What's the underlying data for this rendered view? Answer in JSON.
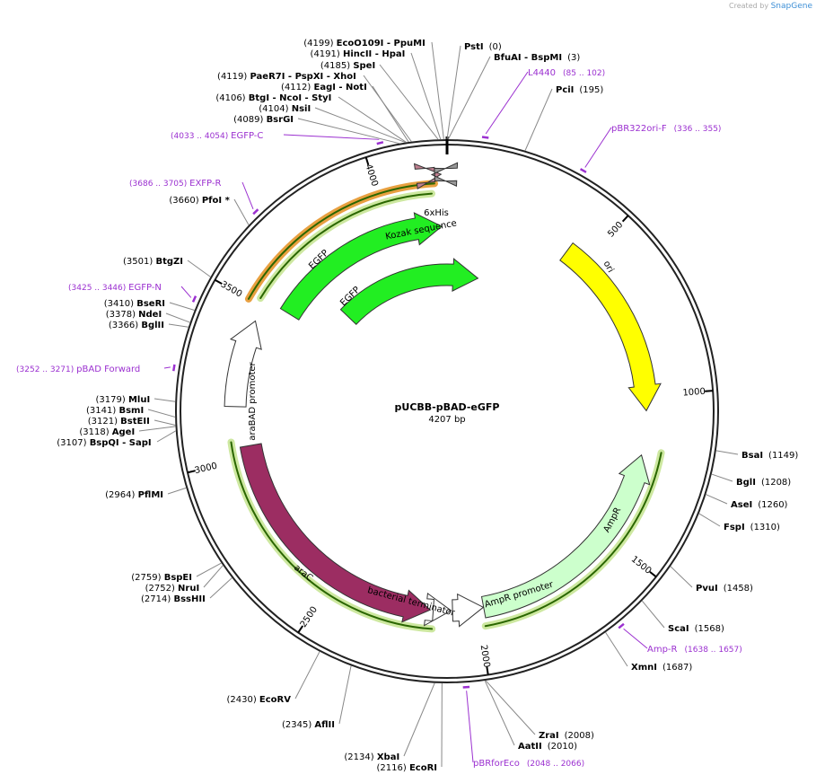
{
  "credit": {
    "prefix": "Created by",
    "brand": "SnapGene"
  },
  "plasmid": {
    "name": "pUCBB-pBAD-eGFP",
    "length_label": "4207 bp",
    "length": 4207
  },
  "colors": {
    "backbone": "#222222",
    "enzyme_line": "#888888",
    "primer": "#9b30d0",
    "ori": "#ffff00",
    "egfp": "#22ee22",
    "ampr": "#ccffcc",
    "arac": "#9c2d62",
    "promoter": "#ffffff",
    "his_tag": "#c08090",
    "kozak": "#999999",
    "orange_sel": "#e8a040",
    "green_sel": "#cde8a0",
    "dark_green": "#2a6600"
  },
  "ticks": [
    "500",
    "1000",
    "1500",
    "2000",
    "2500",
    "3000",
    "3500",
    "4000"
  ],
  "tick_positions": [
    500,
    1000,
    1500,
    2000,
    2500,
    3000,
    3500,
    4000
  ],
  "features": [
    {
      "name": "ori",
      "start": 430,
      "end": 1050,
      "dir": 1,
      "r": 222,
      "w": 24,
      "color": "#ffff00",
      "label": "ori"
    },
    {
      "name": "AmpR",
      "start": 1200,
      "end": 1980,
      "dir": 0,
      "r": 222,
      "w": 24,
      "color": "#ccffcc",
      "label": "AmpR"
    },
    {
      "name": "AmpR promoter",
      "start": 1981,
      "end": 2085,
      "dir": 0,
      "r": 222,
      "w": 24,
      "color": "#ffffff",
      "label": "AmpR promoter"
    },
    {
      "name": "bacterial terminator",
      "start": 2090,
      "end": 2150,
      "dir": 0,
      "r": 222,
      "w": 24,
      "color": "#ffffff",
      "label": "bacterial terminator"
    },
    {
      "name": "araC",
      "start": 2160,
      "end": 3040,
      "dir": 0,
      "r": 222,
      "w": 24,
      "color": "#9c2d62",
      "label": "araC"
    },
    {
      "name": "araBAD promoter",
      "start": 3170,
      "end": 3450,
      "dir": 1,
      "r": 236,
      "w": 24,
      "color": "#ffffff",
      "label": "araBAD promoter"
    },
    {
      "name": "EGFP outer",
      "start": 3525,
      "end": 4188,
      "dir": 1,
      "r": 206,
      "w": 24,
      "color": "#22ee22",
      "label": "EGFP"
    },
    {
      "name": "EGFP inner",
      "start": 3666,
      "end": 4360,
      "dir": 1,
      "r": 152,
      "w": 24,
      "color": "#22ee22",
      "label": "EGFP"
    },
    {
      "name": "6xHis",
      "start": 4172,
      "end": 4190,
      "dir": 1,
      "r": 264,
      "w": 16,
      "color": "#c08090",
      "label": "6xHis"
    },
    {
      "name": "Kozak sequence",
      "start": 4164,
      "end": 4172,
      "dir": 0,
      "r": 264,
      "w": 14,
      "color": "#999999",
      "label": "Kozak sequence"
    }
  ],
  "feature_labels": {
    "ori": "ori",
    "ampr": "AmpR",
    "ampr_promoter": "AmpR promoter",
    "bact_term": "bacterial terminator",
    "arac": "araC",
    "arabad": "araBAD promoter",
    "egfp_outer": "EGFP",
    "egfp_inner": "EGFP",
    "his": "6xHis",
    "kozak": "Kozak sequence"
  },
  "enzymes": [
    {
      "name": "PstI",
      "pos": "(0)"
    },
    {
      "name": "BfuAI - BspMI",
      "pos": "(3)"
    },
    {
      "name": "PciI",
      "pos": "(195)"
    },
    {
      "name": "BsaI",
      "pos": "(1149)"
    },
    {
      "name": "BglI",
      "pos": "(1208)"
    },
    {
      "name": "AseI",
      "pos": "(1260)"
    },
    {
      "name": "FspI",
      "pos": "(1310)"
    },
    {
      "name": "PvuI",
      "pos": "(1458)"
    },
    {
      "name": "ScaI",
      "pos": "(1568)"
    },
    {
      "name": "XmnI",
      "pos": "(1687)"
    },
    {
      "name": "ZraI",
      "pos": "(2008)"
    },
    {
      "name": "AatII",
      "pos": "(2010)"
    },
    {
      "name": "XbaI",
      "pos": "(2134)"
    },
    {
      "name": "EcoRI",
      "pos": "(2116)"
    },
    {
      "name": "AflII",
      "pos": "(2345)"
    },
    {
      "name": "EcoRV",
      "pos": "(2430)"
    },
    {
      "name": "BspEI",
      "pos": "(2759)"
    },
    {
      "name": "NruI",
      "pos": "(2752)"
    },
    {
      "name": "BssHII",
      "pos": "(2714)"
    },
    {
      "name": "PflMI",
      "pos": "(2964)"
    },
    {
      "name": "BspQI - SapI",
      "pos": "(3107)"
    },
    {
      "name": "AgeI",
      "pos": "(3118)"
    },
    {
      "name": "BstEII",
      "pos": "(3121)"
    },
    {
      "name": "BsmI",
      "pos": "(3141)"
    },
    {
      "name": "MluI",
      "pos": "(3179)"
    },
    {
      "name": "BglII",
      "pos": "(3366)"
    },
    {
      "name": "NdeI",
      "pos": "(3378)"
    },
    {
      "name": "BseRI",
      "pos": "(3410)"
    },
    {
      "name": "BtgZI",
      "pos": "(3501)"
    },
    {
      "name": "PfoI *",
      "pos": "(3660)"
    },
    {
      "name": "BsrGI",
      "pos": "(4089)"
    },
    {
      "name": "NsiI",
      "pos": "(4104)"
    },
    {
      "name": "BtgI - NcoI - StyI",
      "pos": "(4106)"
    },
    {
      "name": "EagI - NotI",
      "pos": "(4112)"
    },
    {
      "name": "PaeR7I - PspXI - XhoI",
      "pos": "(4119)"
    },
    {
      "name": "SpeI",
      "pos": "(4185)"
    },
    {
      "name": "HincII - HpaI",
      "pos": "(4191)"
    },
    {
      "name": "EcoO109I - PpuMI",
      "pos": "(4199)"
    }
  ],
  "primers": [
    {
      "name": "L4440",
      "range": "(85 .. 102)"
    },
    {
      "name": "pBR322ori-F",
      "range": "(336 .. 355)"
    },
    {
      "name": "Amp-R",
      "range": "(1638 .. 1657)"
    },
    {
      "name": "pBRforEco",
      "range": "(2048 .. 2066)"
    },
    {
      "name": "pBAD Forward",
      "range": "(3252 .. 3271)"
    },
    {
      "name": "EGFP-N",
      "range": "(3425 .. 3446)"
    },
    {
      "name": "EXFP-R",
      "range": "(3686 .. 3705)"
    },
    {
      "name": "EGFP-C",
      "range": "(4033 .. 4054)"
    }
  ]
}
